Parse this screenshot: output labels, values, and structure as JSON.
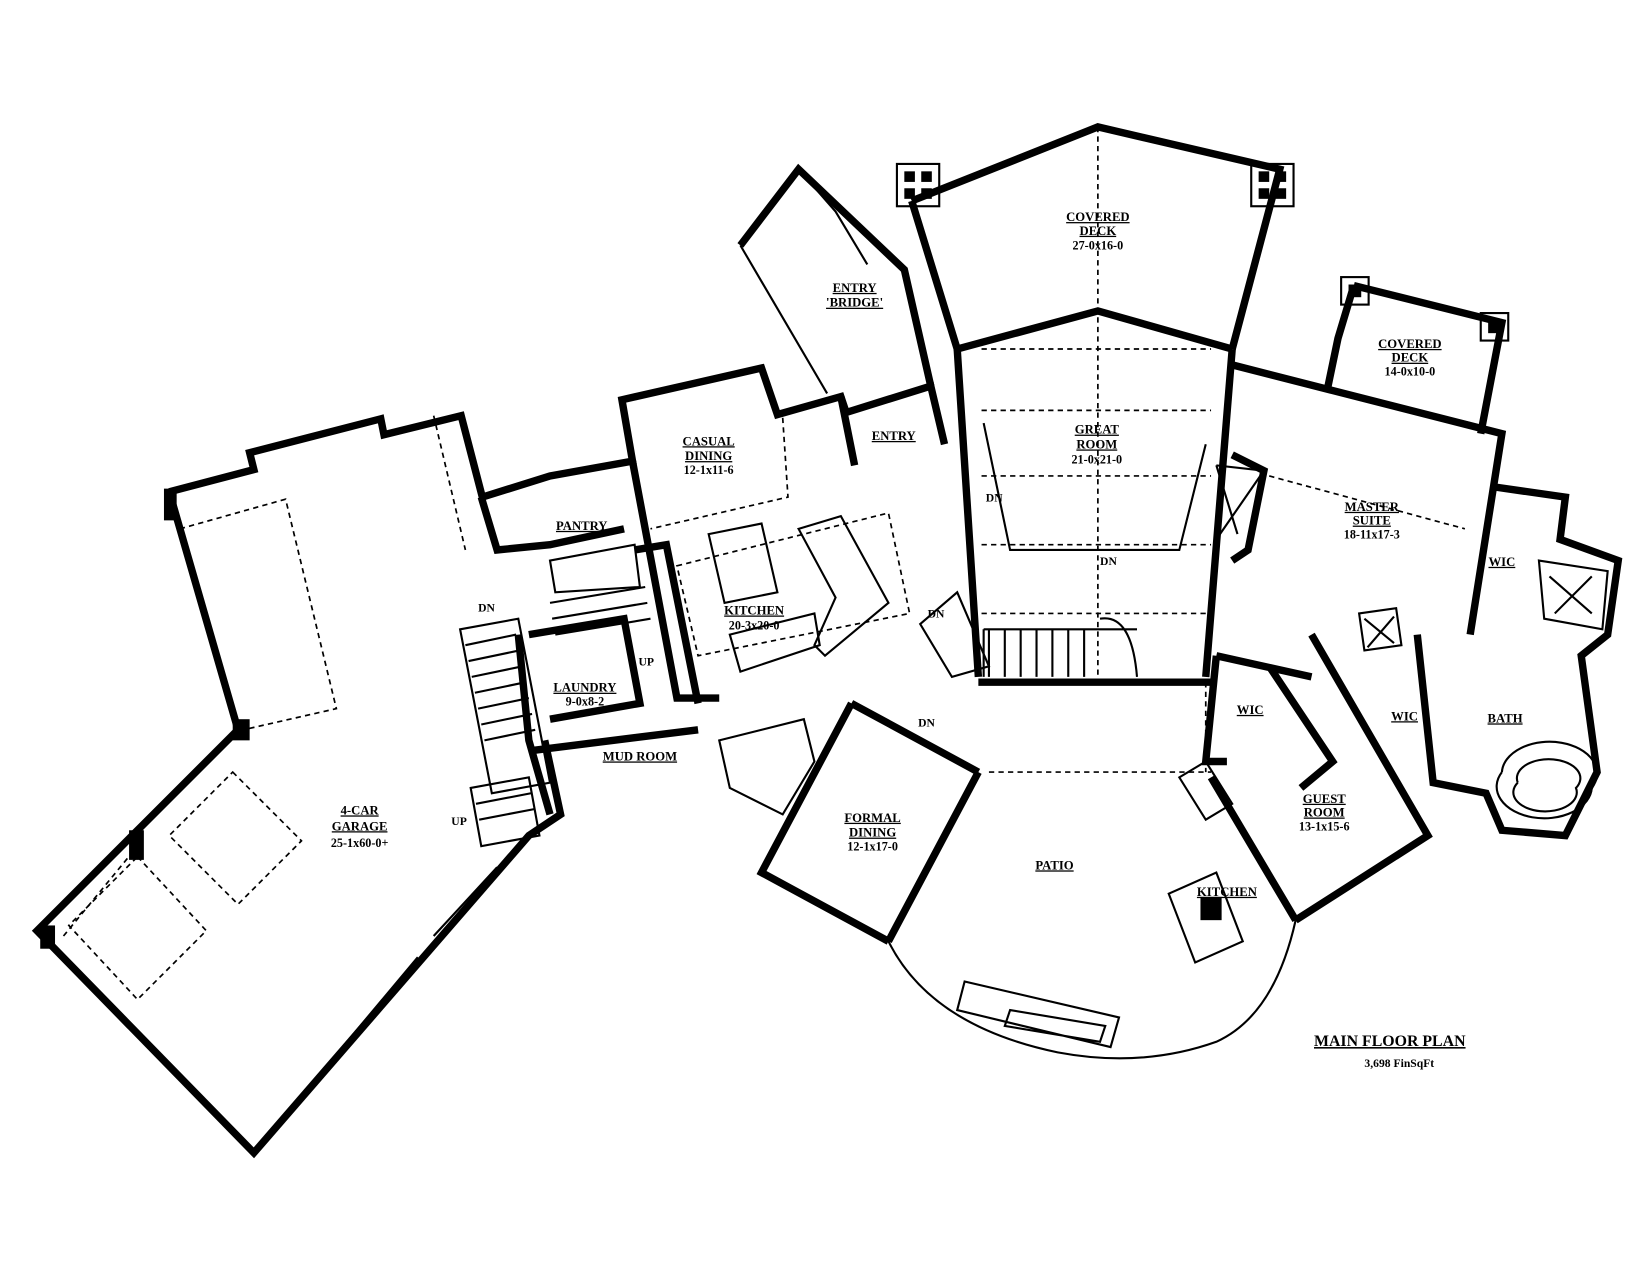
{
  "plan": {
    "title": "MAIN FLOOR PLAN",
    "area": "3,698 FinSqFt"
  },
  "rooms": {
    "covered_deck_main": {
      "name1": "COVERED",
      "name2": "DECK",
      "size": "27-0x16-0"
    },
    "entry_bridge": {
      "name1": "ENTRY",
      "name2": "'BRIDGE'"
    },
    "covered_deck_master": {
      "name1": "COVERED",
      "name2": "DECK",
      "size": "14-0x10-0"
    },
    "casual_dining": {
      "name1": "CASUAL",
      "name2": "DINING",
      "size": "12-1x11-6"
    },
    "entry": {
      "name1": "ENTRY"
    },
    "great_room": {
      "name1": "GREAT",
      "name2": "ROOM",
      "size": "21-0x21-0"
    },
    "master_suite": {
      "name1": "MASTER",
      "name2": "SUITE",
      "size": "18-11x17-3"
    },
    "pantry": {
      "name1": "PANTRY"
    },
    "master_wic": {
      "name1": "WIC"
    },
    "kitchen": {
      "name1": "KITCHEN",
      "size": "20-3x20-0"
    },
    "laundry": {
      "name1": "LAUNDRY",
      "size": "9-0x8-2"
    },
    "mud_room": {
      "name1": "MUD ROOM"
    },
    "guest_wic": {
      "name1": "WIC"
    },
    "master_wic2": {
      "name1": "WIC"
    },
    "bath": {
      "name1": "BATH"
    },
    "garage": {
      "name1": "4-CAR",
      "name2": "GARAGE",
      "size": "25-1x60-0+"
    },
    "formal_dining": {
      "name1": "FORMAL",
      "name2": "DINING",
      "size": "12-1x17-0"
    },
    "guest_room": {
      "name1": "GUEST",
      "name2": "ROOM",
      "size": "13-1x15-6"
    },
    "patio": {
      "name1": "PATIO"
    },
    "outdoor_kitchen": {
      "name1": "KITCHEN"
    }
  },
  "stair_labels": {
    "dn1": "DN",
    "dn2": "DN",
    "dn3": "DN",
    "dn4": "DN",
    "dn5": "DN",
    "up1": "UP",
    "up2": "UP"
  }
}
